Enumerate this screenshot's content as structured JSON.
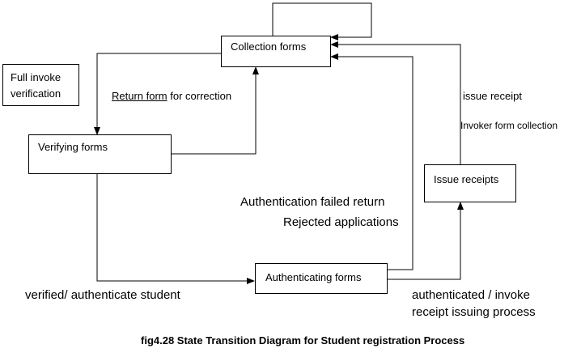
{
  "states": {
    "collection": "Collection forms",
    "verifying": "Verifying forms",
    "authenticating": "Authenticating forms",
    "issue": "Issue  receipts"
  },
  "note_box": {
    "line1": "Full invoke",
    "line2": "verification"
  },
  "transitions": {
    "return_underlined": "Return form",
    "return_rest": " for  correction",
    "auth_failed_line1": "Authentication failed  return",
    "auth_failed_line2": "Rejected applications",
    "verified": "verified/ authenticate student",
    "authenticated_line1": "authenticated / invoke",
    "authenticated_line2": "receipt issuing process",
    "issue_receipt": "issue  receipt",
    "invoker_collection": "Invoker form collection"
  },
  "caption": "fig4.28 State Transition Diagram  for Student  registration  Process"
}
